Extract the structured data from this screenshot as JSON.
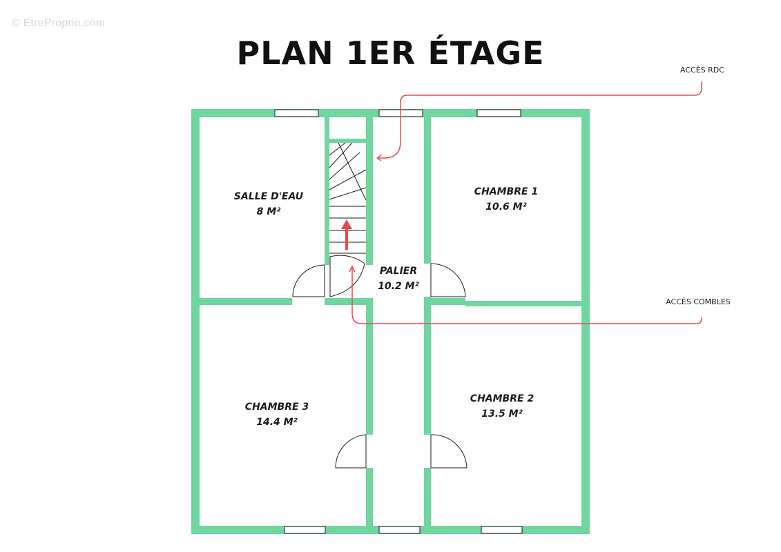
{
  "watermark": "© EtreProprio.com",
  "title": "PLAN 1ER ÉTAGE",
  "colors": {
    "wall": "#6fd69f",
    "arrow_red": "#e8494b",
    "text": "#1a1a1a"
  },
  "rooms": [
    {
      "name": "SALLE D'EAU",
      "area": "8 M²"
    },
    {
      "name": "CHAMBRE 1",
      "area": "10.6 M²"
    },
    {
      "name": "PALIER",
      "area": "10.2 M²"
    },
    {
      "name": "CHAMBRE 3",
      "area": "14.4 M²"
    },
    {
      "name": "CHAMBRE 2",
      "area": "13.5 M²"
    }
  ],
  "callouts": [
    {
      "label": "ACCÈS RDC"
    },
    {
      "label": "ACCÈS COMBLES"
    }
  ]
}
